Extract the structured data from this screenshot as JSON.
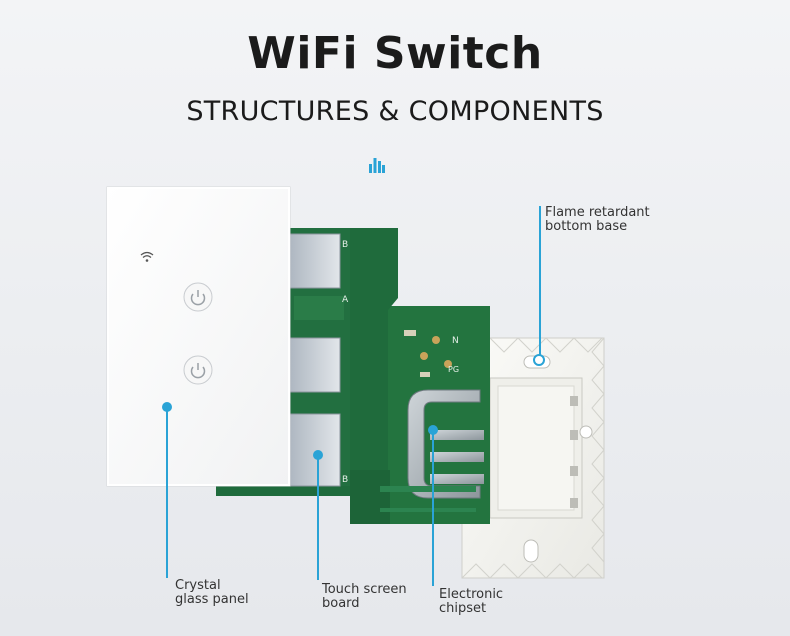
{
  "header": {
    "title": "WiFi Switch",
    "subtitle": "STRUCTURES & COMPONENTS"
  },
  "icons": {
    "brand": "signal-bars-icon",
    "wifi": "wifi-icon",
    "power": "power-icon"
  },
  "colors": {
    "accent": "#2aa3d6",
    "pcb_green": "#1f6b3c",
    "panel_white": "#fafafa",
    "base_white": "#f4f4f1"
  },
  "board_marks": {
    "relay_top": "B",
    "relay_mid": "A",
    "relay_bottom": "B",
    "chip_n": "N",
    "chip_pg": "PG"
  },
  "callouts": {
    "crystal": "Crystal\nglass panel",
    "touch": "Touch screen\nboard",
    "chipset": "Electronic\nchipset",
    "base": "Flame retardant\nbottom base"
  }
}
